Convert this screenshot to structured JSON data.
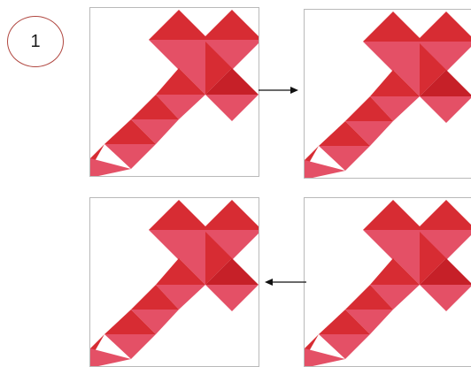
{
  "step": {
    "number": "1"
  },
  "colors": {
    "dark": "#d72c33",
    "light": "#e45066",
    "deep": "#c62028",
    "frame": "#b9b9b9",
    "badge_border": "#b0463f",
    "arrow": "#111111"
  },
  "panels": [
    {
      "id": "panel-top-left",
      "shape": "red-cross-shape"
    },
    {
      "id": "panel-top-right",
      "shape": "red-cross-shape"
    },
    {
      "id": "panel-bottom-left",
      "shape": "red-cross-shape"
    },
    {
      "id": "panel-bottom-right",
      "shape": "red-cross-shape"
    }
  ],
  "arrows": [
    {
      "from": "panel-top-left",
      "to": "panel-top-right",
      "icon": "arrow-right-icon"
    },
    {
      "from": "panel-bottom-right",
      "to": "panel-bottom-left",
      "icon": "arrow-left-icon"
    }
  ]
}
